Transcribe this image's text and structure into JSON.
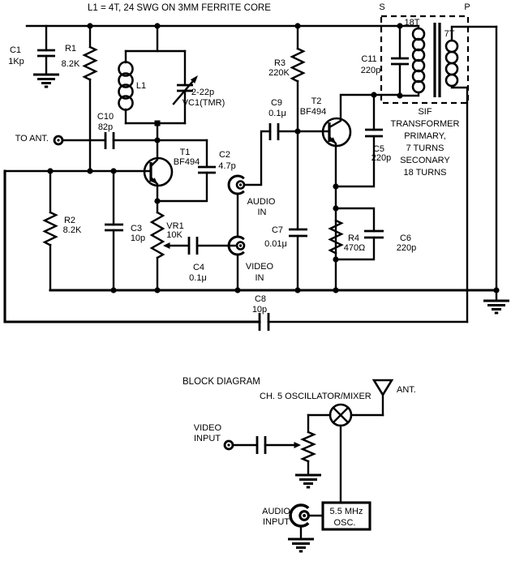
{
  "title": "L1 = 4T, 24 SWG ON 3MM FERRITE CORE",
  "schematic": {
    "to_ant": "TO ANT.",
    "c1": {
      "ref": "C1",
      "value": "1Kp"
    },
    "r1": {
      "ref": "R1",
      "value": "8.2K"
    },
    "l1": {
      "ref": "L1"
    },
    "vc1": {
      "value": "2-22p",
      "name": "VC1(TMR)"
    },
    "c10": {
      "ref": "C10",
      "value": "82p"
    },
    "t1": {
      "ref": "T1",
      "value": "BF494"
    },
    "c2": {
      "ref": "C2",
      "value": "4.7p"
    },
    "r2": {
      "ref": "R2",
      "value": "8.2K"
    },
    "c3": {
      "ref": "C3",
      "value": "10p"
    },
    "vr1": {
      "ref": "VR1",
      "value": "10K"
    },
    "c4": {
      "ref": "C4",
      "value": "0.1μ"
    },
    "audio_in": {
      "line1": "AUDIO",
      "line2": "IN"
    },
    "video_in": {
      "line1": "VIDEO",
      "line2": "IN"
    },
    "c9": {
      "ref": "C9",
      "value": "0.1μ"
    },
    "r3": {
      "ref": "R3",
      "value": "220K"
    },
    "t2": {
      "ref": "T2",
      "value": "BF494"
    },
    "c7": {
      "ref": "C7",
      "value": "0.01μ"
    },
    "c5": {
      "ref": "C5",
      "value": "220p"
    },
    "r4": {
      "ref": "R4",
      "value": "470Ω"
    },
    "c6": {
      "ref": "C6",
      "value": "220p"
    },
    "c11": {
      "ref": "C11",
      "value": "220p"
    },
    "c8": {
      "ref": "C8",
      "value": "10p"
    },
    "transformer": {
      "s_label": "S",
      "p_label": "P",
      "sec_turns": "18T",
      "pri_turns": "7T",
      "note_lines": [
        "SIF",
        "TRANSFORMER",
        "PRIMARY,",
        "7 TURNS",
        "SECONARY",
        "18 TURNS"
      ]
    }
  },
  "block_diagram": {
    "heading": "BLOCK DIAGRAM",
    "mixer_label": "CH. 5 OSCILLATOR/MIXER",
    "ant_label": "ANT.",
    "video_input": {
      "line1": "VIDEO",
      "line2": "INPUT"
    },
    "audio_input": {
      "line1": "AUDIO",
      "line2": "INPUT"
    },
    "osc_box": {
      "line1": "5.5 MHz",
      "line2": "OSC."
    }
  }
}
